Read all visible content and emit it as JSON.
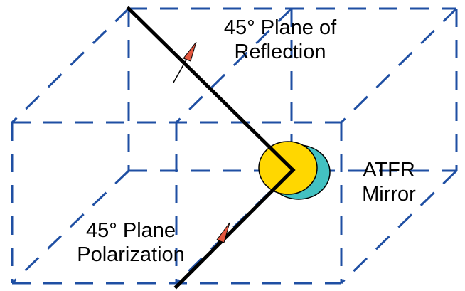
{
  "labels": {
    "reflection_plane": [
      "45° Plane of",
      "Reflection"
    ],
    "mirror": [
      "ATFR",
      "Mirror"
    ],
    "polarization_plane": [
      "45° Plane",
      "Polarization"
    ]
  },
  "colors": {
    "box_edges": "#1f4fa3",
    "beam": "#000000",
    "polarization_arrow": "#e2553d",
    "mirror_front": "#ffd700",
    "mirror_back": "#43c1c1"
  }
}
